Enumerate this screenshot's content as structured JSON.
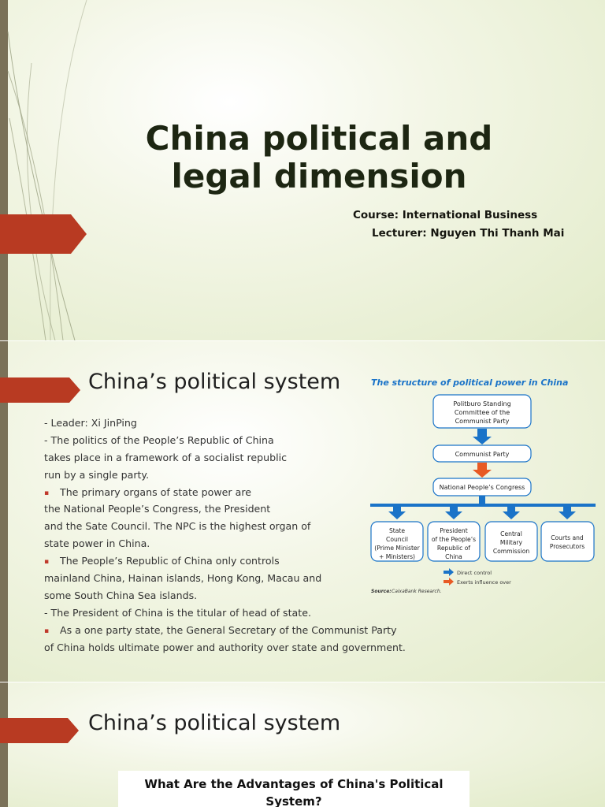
{
  "slide1": {
    "title_line1": "China political and",
    "title_line2": "legal dimension",
    "course": "Course: International Business",
    "lecturer": "Lecturer: Nguyen Thi Thanh Mai"
  },
  "slide2": {
    "heading": "China’s political system",
    "lines": [
      "- Leader: Xi JinPing",
      "- The politics of the People’s Republic of China",
      "takes place in a framework of a socialist republic",
      "run by a single party.",
      "The primary organs of state power are",
      "the National People’s Congress, the President",
      "and the Sate Council. The NPC is the highest organ of",
      "state power in China.",
      "The People’s Republic of China only controls",
      "mainland China, Hainan islands, Hong Kong, Macau and",
      "some South China Sea islands.",
      "- The President of China is the titular of head of state.",
      "As a one party state, the General Secretary of the Communist Party",
      "of China holds ultimate power and authority over state and government."
    ],
    "diagram": {
      "title": "The structure of political power in China",
      "top_l1": "Politburo Standing",
      "top_l2": "Committee of the",
      "top_l3": "Communist Party",
      "party": "Communist Party",
      "npc": "National People’s Congress",
      "b1_l1": "State",
      "b1_l2": "Council",
      "b1_l3": "(Prime Minister",
      "b1_l4": "+ Ministers)",
      "b2_l1": "President",
      "b2_l2": "of the People’s",
      "b2_l3": "Republic of",
      "b2_l4": "China",
      "b3_l1": "Central",
      "b3_l2": "Military",
      "b3_l3": "Commission",
      "b4_l1": "Courts and",
      "b4_l2": "Prosecutors",
      "legend_direct": "Direct control",
      "legend_influence": "Exerts influence over",
      "source_label": "Source:",
      "source_text": "CaixaBank Research.",
      "color_blue": "#1a73c8",
      "color_orange": "#e85a24"
    }
  },
  "slide3": {
    "heading": "China’s political system",
    "advantages_l1": "What Are the Advantages of China's Political",
    "advantages_l2": "System?"
  },
  "colors": {
    "accent_red": "#b83a22",
    "left_bar": "#7a7158"
  }
}
